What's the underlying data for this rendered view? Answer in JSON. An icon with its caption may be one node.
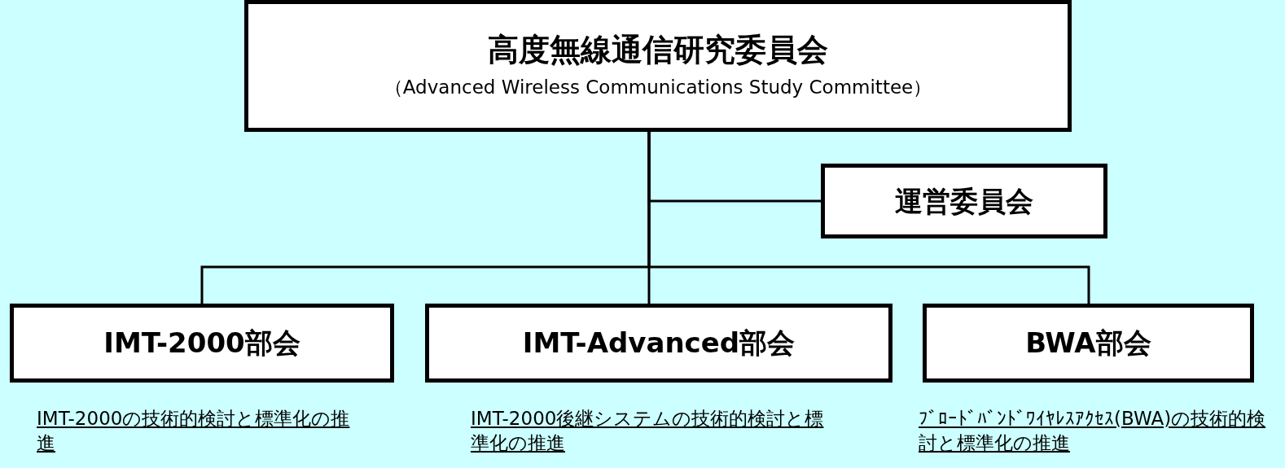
{
  "diagram": {
    "nodes": [
      {
        "text": [
          "高度無線通信研究委員会",
          "（Advanced Wireless Communications Study Committee）"
        ]
      },
      {
        "text": [
          "運営委員会"
        ]
      },
      {
        "text": [
          "IMT-2000部会"
        ],
        "beside": [
          "IMT-2000の技術的検討と標準化の推進"
        ]
      },
      {
        "text": [
          "IMT-Advanced部会"
        ],
        "beside": [
          "IMT-2000後継システムの技術的検討と標準化の推進"
        ]
      },
      {
        "text": [
          "BWA部会"
        ],
        "beside": [
          "ﾌﾞﾛｰﾄﾞﾊﾞﾝﾄﾞﾜｲﾔﾚｽｱｸｾｽ(BWA)の技術的検討と標準化の推進"
        ]
      }
    ],
    "edges": [
      {
        "from": 0,
        "to": 1,
        "arrow": "none"
      },
      {
        "from": 0,
        "to": 2,
        "arrow": "none"
      },
      {
        "from": 0,
        "to": 3,
        "arrow": "none"
      },
      {
        "from": 0,
        "to": 4,
        "arrow": "none"
      }
    ]
  }
}
